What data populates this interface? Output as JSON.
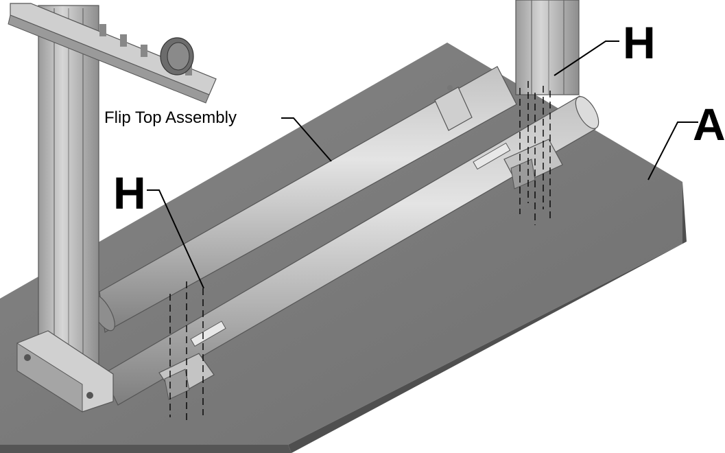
{
  "callouts": {
    "flip_top": "Flip Top Assembly",
    "h_upper": "H",
    "h_lower": "H",
    "a": "A"
  },
  "colors": {
    "board_top": "#7d7d7d",
    "board_edge": "#4f4f4f",
    "tube_light": "#d8d8d8",
    "tube_mid": "#a9a9a9",
    "tube_dark": "#7b7b7b",
    "column": "#bdbdbd",
    "leader": "#000000"
  }
}
